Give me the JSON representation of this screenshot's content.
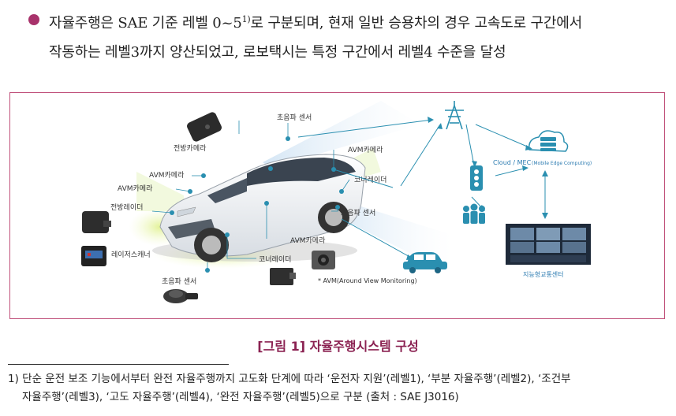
{
  "bullet": {
    "line1": "자율주행은 SAE 기준 레벨 0~5",
    "sup": "1)",
    "line1_rest": "로 구분되며, 현재 일반 승용차의 경우 고속도로 구간에서",
    "line2": "작동하는 레벨3까지 양산되었고, 로보택시는 특정 구간에서 레벨4 수준을 달성"
  },
  "figure": {
    "labels": {
      "ultrasonic_top": "초음파 센서",
      "front_camera": "전방카메라",
      "avm_camera_right": "AVM카메라",
      "avm_camera_left1": "AVM카메라",
      "avm_camera_left2": "AVM카메라",
      "corner_radar_right": "코너레이더",
      "front_radar": "전방레이더",
      "ultrasonic_right": "초음파 센서",
      "laser_scanner": "레이저스캐너",
      "avm_camera_bottom": "AVM카메라",
      "corner_radar_bottom": "코너레이더",
      "ultrasonic_bottom": "초음파 센서",
      "avm_note": "* AVM(Around View Monitoring)",
      "cloud_mec": "Cloud / MEC",
      "cloud_mec_detail": "(Mobile Edge Computing)",
      "traffic_center": "지능형교통센터"
    },
    "caption": "[그림 1] 자율주행시스템 구성"
  },
  "footnote": {
    "line1": "1) 단순 운전 보조 기능에서부터 완전 자율주행까지 고도화 단계에 따라 ‘운전자 지원’(레벨1), ‘부분 자율주행’(레벨2), ‘조건부",
    "line2": "자율주행’(레벨3), ‘고도 자율주행’(레벨4), ‘완전 자율주행’(레벨5)으로 구분 (출처 : SAE J3016)"
  },
  "colors": {
    "accent": "#a8326b",
    "caption": "#8b2252",
    "diagram_teal": "#2a8fb0"
  }
}
